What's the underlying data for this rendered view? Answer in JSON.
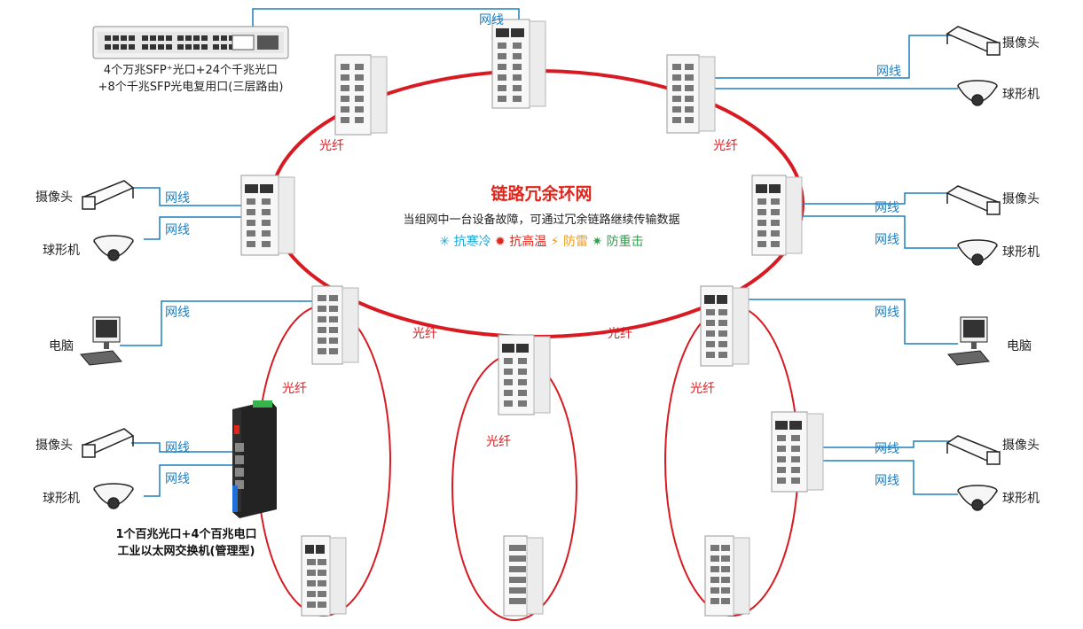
{
  "title": "链路冗余环网",
  "subtitle": "当组网中一台设备故障，可通过冗余链路继续传输数据",
  "features": [
    {
      "icon": "snowflake-icon",
      "label": "抗寒冷",
      "color": "#1fa6d6"
    },
    {
      "icon": "sun-icon",
      "label": "抗高温",
      "color": "#e1251b"
    },
    {
      "icon": "lightning-icon",
      "label": "防雷",
      "color": "#f19b18"
    },
    {
      "icon": "burst-icon",
      "label": "防重击",
      "color": "#2fa14d"
    }
  ],
  "core_switch_caption": [
    "4个万兆SFP⁺光口+24个千兆光口",
    "+8个千兆SFP光电复用口(三层路由)"
  ],
  "edge_switch_caption": [
    "1个百兆光口+4个百兆电口",
    "工业以太网交换机(管理型)"
  ],
  "link_labels": {
    "fiber": "光纤",
    "cable": "网线"
  },
  "devices": {
    "camera": "摄像头",
    "dome": "球形机",
    "pc": "电脑"
  },
  "colors": {
    "fiber": "#d81b22",
    "cable": "#1c7fc1",
    "title": "#e1251b"
  }
}
